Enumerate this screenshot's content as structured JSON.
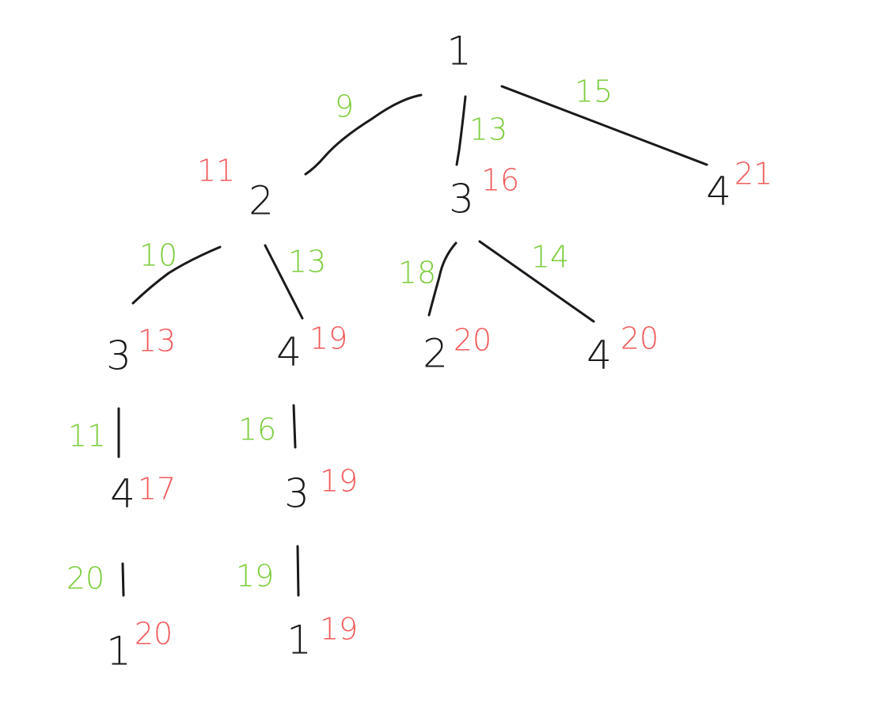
{
  "colors": {
    "edge_weight": "#7ccd3c",
    "node_cost": "#f05a5a",
    "ink": "#1a1a1a"
  },
  "nodes": [
    {
      "id": "root",
      "label": "1",
      "cost": ""
    },
    {
      "id": "n2",
      "label": "2",
      "cost": "11"
    },
    {
      "id": "n3",
      "label": "3",
      "cost": "16"
    },
    {
      "id": "n4",
      "label": "4",
      "cost": "21"
    },
    {
      "id": "n2-3",
      "label": "3",
      "cost": "13"
    },
    {
      "id": "n2-4",
      "label": "4",
      "cost": "19"
    },
    {
      "id": "n3-2",
      "label": "2",
      "cost": "20"
    },
    {
      "id": "n3-4",
      "label": "4",
      "cost": "20"
    },
    {
      "id": "n2-3-4",
      "label": "4",
      "cost": "17"
    },
    {
      "id": "n2-4-3",
      "label": "3",
      "cost": "19"
    },
    {
      "id": "n2-3-4-1",
      "label": "1",
      "cost": "20"
    },
    {
      "id": "n2-4-3-1",
      "label": "1",
      "cost": "19"
    }
  ],
  "edges": [
    {
      "from": "root",
      "to": "n2",
      "weight": "9"
    },
    {
      "from": "root",
      "to": "n3",
      "weight": "13"
    },
    {
      "from": "root",
      "to": "n4",
      "weight": "15"
    },
    {
      "from": "n2",
      "to": "n2-3",
      "weight": "10"
    },
    {
      "from": "n2",
      "to": "n2-4",
      "weight": "13"
    },
    {
      "from": "n3",
      "to": "n3-2",
      "weight": "18"
    },
    {
      "from": "n3",
      "to": "n3-4",
      "weight": "14"
    },
    {
      "from": "n2-3",
      "to": "n2-3-4",
      "weight": "11"
    },
    {
      "from": "n2-4",
      "to": "n2-4-3",
      "weight": "16"
    },
    {
      "from": "n2-3-4",
      "to": "n2-3-4-1",
      "weight": "20"
    },
    {
      "from": "n2-4-3",
      "to": "n2-4-3-1",
      "weight": "19"
    }
  ]
}
